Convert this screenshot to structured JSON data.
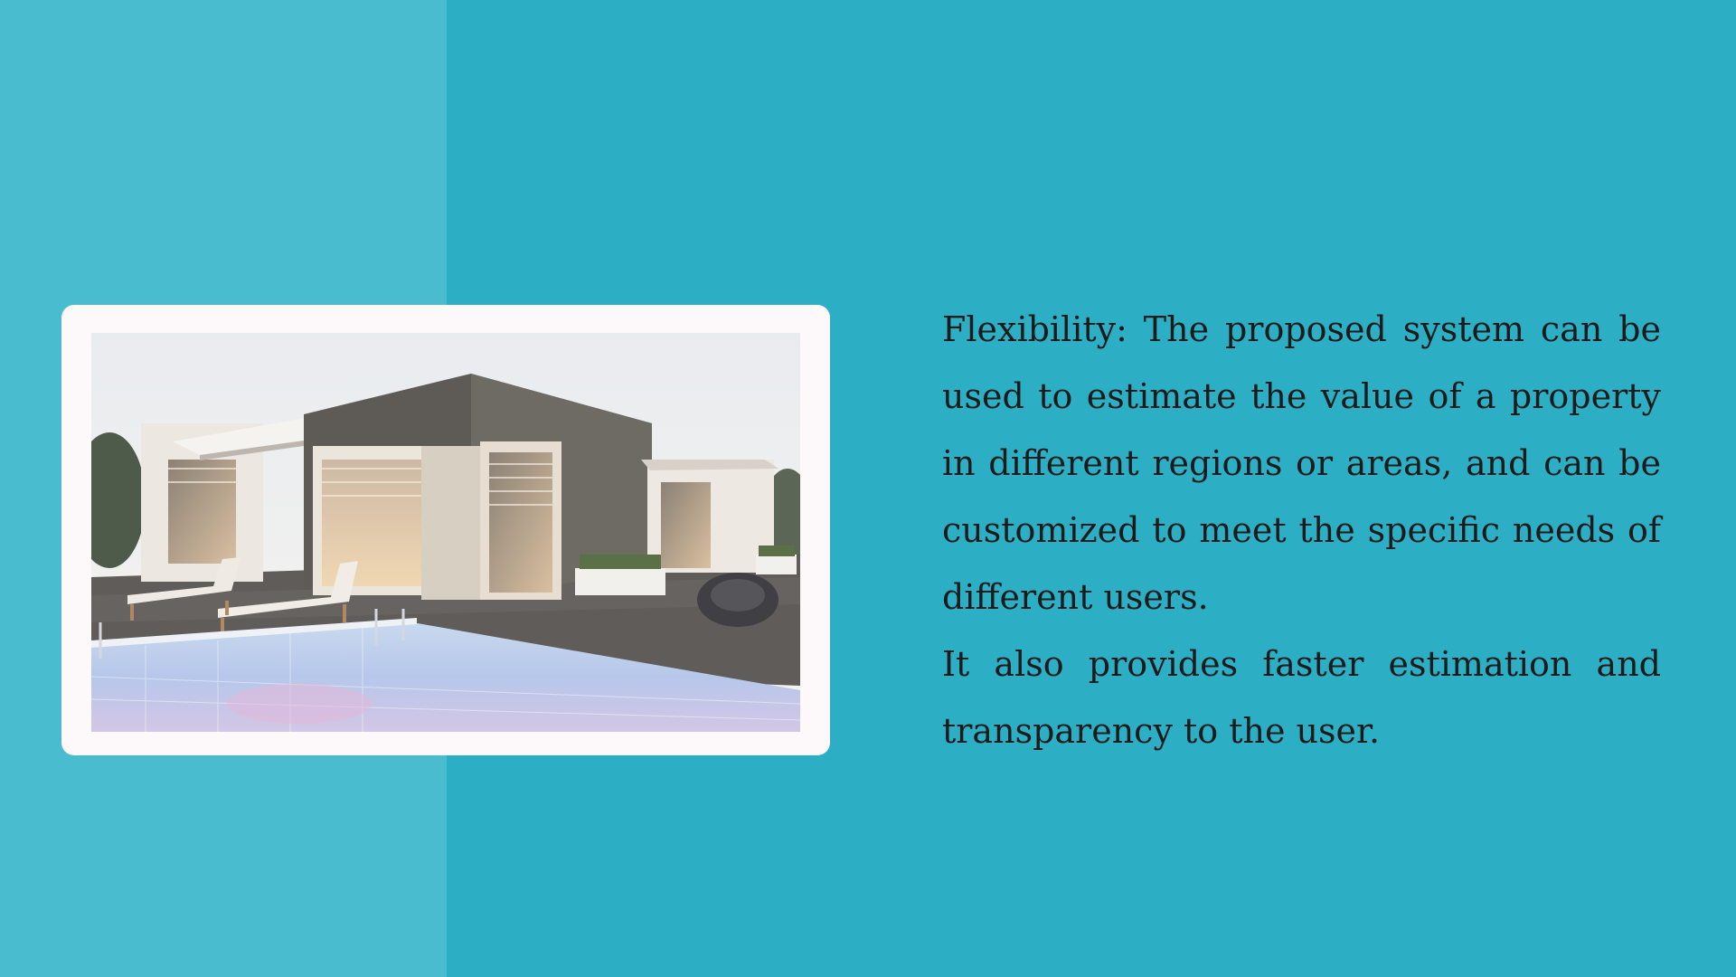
{
  "colors": {
    "background": "#2cafc4",
    "left_band": "#49bccf",
    "card": "#fdf9fa",
    "text": "#1b1b1b"
  },
  "image": {
    "semantic": "modern-house-with-pool-photo"
  },
  "content": {
    "paragraph_1": "Flexibility: The proposed system can be used to estimate the value of a property in different regions or areas, and can be customized to meet the specific needs of different users.",
    "paragraph_2": "It also provides faster estimation and transparency to the user."
  }
}
